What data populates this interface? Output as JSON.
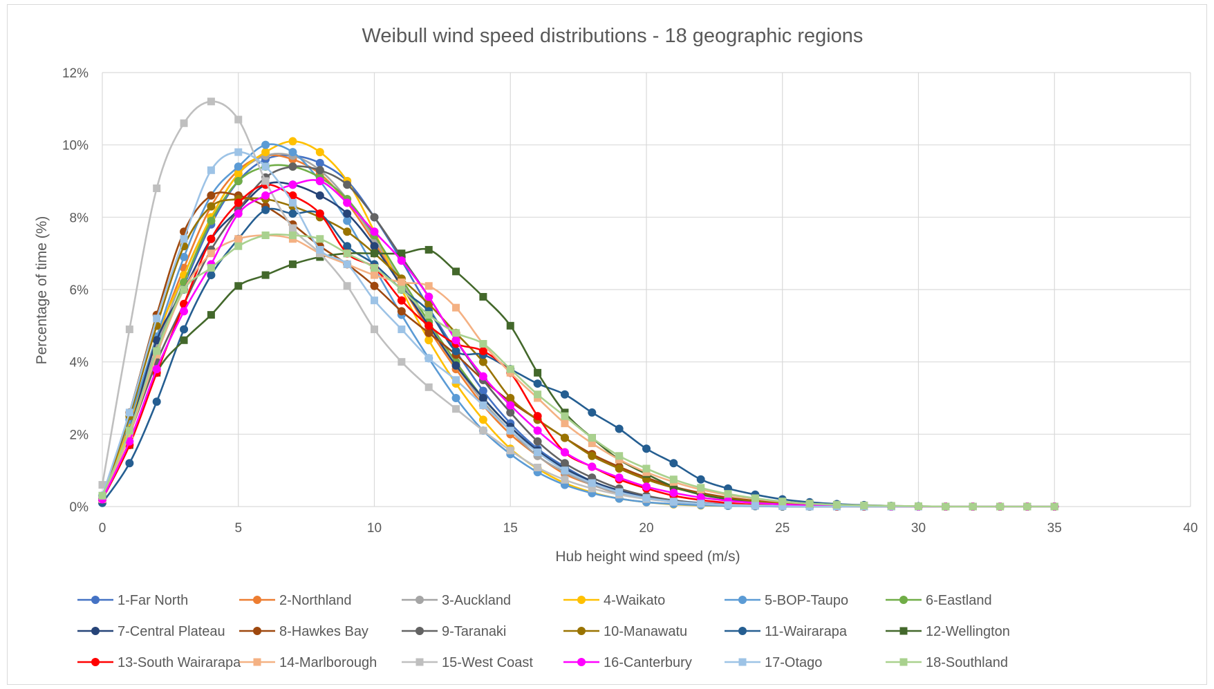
{
  "chart_data": {
    "type": "line",
    "title": "Weibull wind speed distributions - 18 geographic regions",
    "xlabel": "Hub height wind speed (m/s)",
    "ylabel": "Percentage of time (%)",
    "xlim": [
      0,
      40
    ],
    "ylim": [
      0,
      12
    ],
    "x_ticks": [
      "0",
      "5",
      "10",
      "15",
      "20",
      "25",
      "30",
      "35",
      "40"
    ],
    "y_ticks": [
      "0%",
      "2%",
      "4%",
      "6%",
      "8%",
      "10%",
      "12%"
    ],
    "grid": true,
    "legend_position": "bottom",
    "x": [
      0,
      1,
      2,
      3,
      4,
      5,
      6,
      7,
      8,
      9,
      10,
      11,
      12,
      13,
      14,
      15,
      16,
      17,
      18,
      19,
      20,
      21,
      22,
      23,
      24,
      25,
      26,
      27,
      28,
      29,
      30,
      31,
      32,
      33,
      34,
      35
    ],
    "series": [
      {
        "name": "1-Far North",
        "color": "#4472C4",
        "marker": "circle",
        "values": [
          0.2,
          2.0,
          4.2,
          6.1,
          7.8,
          9.0,
          9.6,
          9.7,
          9.5,
          9.0,
          8.0,
          6.8,
          5.5,
          4.3,
          3.2,
          2.3,
          1.6,
          1.1,
          0.7,
          0.45,
          0.28,
          0.17,
          0.1,
          0.06,
          0.03,
          0.02,
          0.01,
          0,
          0,
          0,
          0,
          0,
          0,
          0,
          0,
          0
        ]
      },
      {
        "name": "2-Northland",
        "color": "#ED7D31",
        "marker": "circle",
        "values": [
          0.2,
          2.2,
          4.6,
          6.6,
          8.3,
          9.3,
          9.7,
          9.6,
          9.2,
          8.4,
          7.3,
          6.1,
          4.9,
          3.8,
          2.8,
          2.0,
          1.4,
          0.9,
          0.6,
          0.36,
          0.22,
          0.13,
          0.07,
          0.04,
          0.02,
          0.01,
          0,
          0,
          0,
          0,
          0,
          0,
          0,
          0,
          0,
          0
        ]
      },
      {
        "name": "3-Auckland",
        "color": "#A5A5A5",
        "marker": "circle",
        "values": [
          0.2,
          2.1,
          4.4,
          6.4,
          8.0,
          9.2,
          9.7,
          9.7,
          9.3,
          8.5,
          7.4,
          6.2,
          5.0,
          3.9,
          2.9,
          2.1,
          1.4,
          0.95,
          0.6,
          0.37,
          0.22,
          0.13,
          0.07,
          0.04,
          0.02,
          0.01,
          0,
          0,
          0,
          0,
          0,
          0,
          0,
          0,
          0,
          0
        ]
      },
      {
        "name": "4-Waikato",
        "color": "#FFC000",
        "marker": "circle",
        "values": [
          0.2,
          2.3,
          4.7,
          6.4,
          8.0,
          9.2,
          9.8,
          10.1,
          9.8,
          9.0,
          7.6,
          6.0,
          4.6,
          3.4,
          2.4,
          1.6,
          1.05,
          0.65,
          0.39,
          0.22,
          0.12,
          0.06,
          0.03,
          0.02,
          0.01,
          0,
          0,
          0,
          0,
          0,
          0,
          0,
          0,
          0,
          0,
          0
        ]
      },
      {
        "name": "5-BOP-Taupo",
        "color": "#5B9BD5",
        "marker": "circle",
        "values": [
          0.3,
          2.4,
          4.7,
          6.9,
          8.6,
          9.4,
          10.0,
          9.8,
          9.0,
          7.9,
          6.6,
          5.3,
          4.1,
          3.0,
          2.1,
          1.45,
          0.95,
          0.6,
          0.37,
          0.22,
          0.12,
          0.07,
          0.04,
          0.02,
          0.01,
          0,
          0,
          0,
          0,
          0,
          0,
          0,
          0,
          0,
          0,
          0
        ]
      },
      {
        "name": "6-Eastland",
        "color": "#70AD47",
        "marker": "circle",
        "values": [
          0.2,
          2.0,
          4.3,
          6.2,
          7.9,
          9.0,
          9.4,
          9.4,
          9.1,
          8.5,
          7.5,
          6.3,
          5.1,
          4.0,
          3.0,
          2.2,
          1.55,
          1.05,
          0.7,
          0.44,
          0.27,
          0.16,
          0.09,
          0.05,
          0.03,
          0.01,
          0.01,
          0,
          0,
          0,
          0,
          0,
          0,
          0,
          0,
          0
        ]
      },
      {
        "name": "7-Central Plateau",
        "color": "#264478",
        "marker": "circle",
        "values": [
          0.2,
          2.1,
          4.6,
          6.0,
          7.4,
          8.2,
          8.9,
          8.9,
          8.6,
          8.1,
          7.2,
          6.1,
          5.0,
          3.9,
          3.0,
          2.2,
          1.55,
          1.05,
          0.7,
          0.44,
          0.27,
          0.16,
          0.09,
          0.05,
          0.03,
          0.01,
          0.01,
          0,
          0,
          0,
          0,
          0,
          0,
          0,
          0,
          0
        ]
      },
      {
        "name": "8-Hawkes Bay",
        "color": "#9E480E",
        "marker": "circle",
        "values": [
          0.2,
          2.6,
          5.3,
          7.6,
          8.6,
          8.6,
          8.3,
          7.8,
          7.2,
          6.7,
          6.1,
          5.4,
          4.8,
          4.2,
          3.5,
          2.9,
          2.4,
          1.9,
          1.45,
          1.1,
          0.8,
          0.55,
          0.38,
          0.25,
          0.16,
          0.1,
          0.06,
          0.03,
          0.02,
          0.01,
          0,
          0,
          0,
          0,
          0,
          0
        ]
      },
      {
        "name": "9-Taranaki",
        "color": "#636363",
        "marker": "circle",
        "values": [
          0.2,
          2.0,
          4.0,
          5.6,
          7.1,
          8.2,
          9.1,
          9.4,
          9.3,
          8.9,
          8.0,
          6.9,
          5.8,
          4.6,
          3.5,
          2.6,
          1.8,
          1.2,
          0.8,
          0.5,
          0.3,
          0.17,
          0.09,
          0.05,
          0.02,
          0.01,
          0,
          0,
          0,
          0,
          0,
          0,
          0,
          0,
          0,
          0
        ]
      },
      {
        "name": "10-Manawatu",
        "color": "#997300",
        "marker": "circle",
        "values": [
          0.2,
          2.5,
          5.0,
          7.2,
          8.3,
          8.5,
          8.5,
          8.3,
          8.0,
          7.6,
          7.0,
          6.3,
          5.6,
          4.8,
          4.0,
          3.0,
          2.4,
          1.9,
          1.4,
          1.05,
          0.75,
          0.52,
          0.35,
          0.22,
          0.14,
          0.08,
          0.05,
          0.03,
          0.01,
          0,
          0,
          0,
          0,
          0,
          0,
          0
        ]
      },
      {
        "name": "11-Wairarapa",
        "color": "#255E91",
        "marker": "circle",
        "values": [
          0.1,
          1.2,
          2.9,
          4.9,
          6.4,
          7.4,
          8.2,
          8.1,
          8.1,
          7.2,
          6.7,
          6.0,
          5.4,
          4.3,
          4.2,
          3.8,
          3.4,
          3.1,
          2.6,
          2.15,
          1.6,
          1.2,
          0.75,
          0.5,
          0.33,
          0.2,
          0.12,
          0.07,
          0.04,
          0.02,
          0.01,
          0,
          0,
          0,
          0,
          0
        ]
      },
      {
        "name": "12-Wellington",
        "color": "#43682B",
        "marker": "square",
        "values": [
          0.2,
          1.7,
          3.7,
          4.6,
          5.3,
          6.1,
          6.4,
          6.7,
          6.9,
          7.0,
          7.0,
          7.0,
          7.1,
          6.5,
          5.8,
          5.0,
          3.7,
          2.6,
          1.9,
          1.3,
          0.9,
          0.55,
          0.33,
          0.2,
          0.1,
          0.05,
          0.03,
          0.01,
          0,
          0,
          0,
          0,
          0,
          0,
          0,
          0
        ]
      },
      {
        "name": "13-South Wairarapa",
        "color": "#FF0000",
        "marker": "circle",
        "values": [
          0.2,
          1.7,
          3.7,
          5.6,
          7.4,
          8.4,
          8.9,
          8.6,
          8.1,
          7.0,
          6.6,
          5.7,
          5.0,
          4.5,
          4.3,
          3.7,
          2.5,
          1.5,
          1.1,
          0.75,
          0.5,
          0.3,
          0.18,
          0.1,
          0.05,
          0.02,
          0.01,
          0,
          0,
          0,
          0,
          0,
          0,
          0,
          0,
          0
        ]
      },
      {
        "name": "14-Marlborough",
        "color": "#F4B183",
        "marker": "square",
        "values": [
          0.2,
          2.0,
          4.2,
          6.0,
          7.0,
          7.4,
          7.5,
          7.4,
          7.0,
          6.7,
          6.4,
          6.2,
          6.1,
          5.5,
          4.5,
          3.7,
          3.0,
          2.3,
          1.75,
          1.3,
          0.95,
          0.68,
          0.47,
          0.32,
          0.21,
          0.13,
          0.08,
          0.05,
          0.03,
          0.02,
          0.01,
          0,
          0,
          0,
          0,
          0
        ]
      },
      {
        "name": "15-West Coast",
        "color": "#BFBFBF",
        "marker": "square",
        "values": [
          0.6,
          4.9,
          8.8,
          10.6,
          11.2,
          10.7,
          9.0,
          7.7,
          7.0,
          6.1,
          4.9,
          4.0,
          3.3,
          2.7,
          2.1,
          1.55,
          1.08,
          0.74,
          0.5,
          0.33,
          0.21,
          0.13,
          0.08,
          0.05,
          0.03,
          0.02,
          0.01,
          0,
          0,
          0,
          0,
          0,
          0,
          0,
          0,
          0
        ]
      },
      {
        "name": "16-Canterbury",
        "color": "#FF00FF",
        "marker": "circle",
        "values": [
          0.2,
          1.8,
          3.8,
          5.4,
          6.7,
          8.1,
          8.6,
          8.9,
          9.0,
          8.4,
          7.6,
          6.8,
          5.8,
          4.6,
          3.6,
          2.8,
          2.1,
          1.5,
          1.1,
          0.8,
          0.55,
          0.38,
          0.25,
          0.16,
          0.1,
          0.06,
          0.03,
          0.02,
          0.01,
          0,
          0,
          0,
          0,
          0,
          0,
          0
        ]
      },
      {
        "name": "17-Otago",
        "color": "#9DC3E6",
        "marker": "square",
        "values": [
          0.3,
          2.6,
          5.2,
          7.4,
          9.3,
          9.8,
          9.4,
          8.4,
          7.1,
          6.7,
          5.7,
          4.9,
          4.1,
          3.5,
          2.8,
          2.1,
          1.5,
          1.0,
          0.65,
          0.4,
          0.24,
          0.14,
          0.08,
          0.04,
          0.02,
          0.01,
          0,
          0,
          0,
          0,
          0,
          0,
          0,
          0,
          0,
          0
        ]
      },
      {
        "name": "18-Southland",
        "color": "#A9D18E",
        "marker": "square",
        "values": [
          0.3,
          2.1,
          4.3,
          6.0,
          6.6,
          7.2,
          7.5,
          7.5,
          7.4,
          7.0,
          6.6,
          6.0,
          5.3,
          4.8,
          4.5,
          3.8,
          3.1,
          2.5,
          1.9,
          1.4,
          1.05,
          0.75,
          0.52,
          0.35,
          0.23,
          0.14,
          0.08,
          0.05,
          0.03,
          0.02,
          0.01,
          0,
          0,
          0,
          0,
          0
        ]
      }
    ]
  }
}
